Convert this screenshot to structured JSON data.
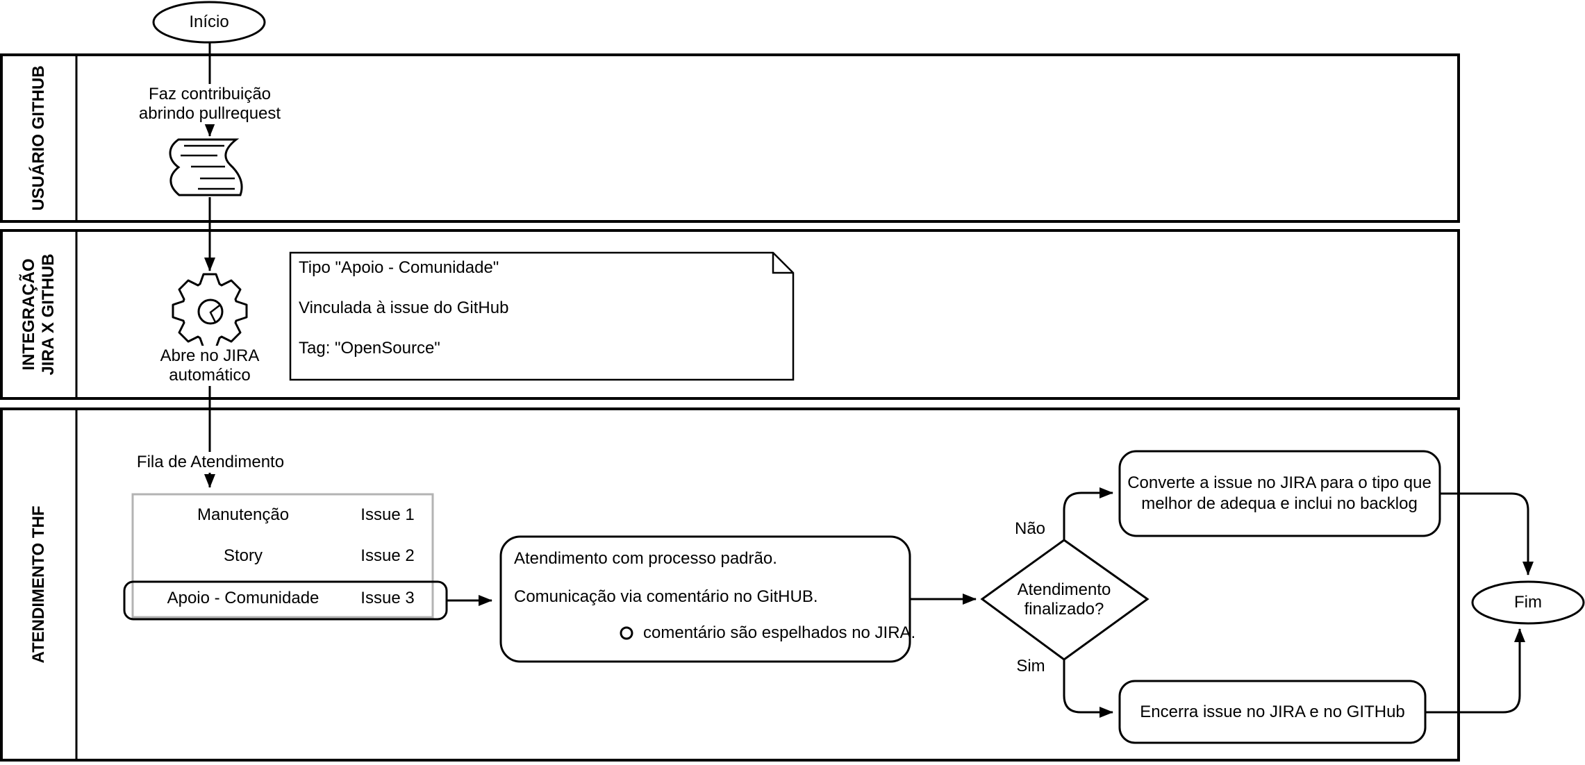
{
  "lanes": [
    {
      "label": "USUÁRIO GITHUB"
    },
    {
      "label": "INTEGRAÇÃO\nJIRA X GITHUB"
    },
    {
      "label": "ATENDIMENTO THF"
    }
  ],
  "flow": {
    "start": "Início",
    "end": "Fim",
    "contribution": "Faz contribuição\nabrindo pullrequest",
    "open_jira": "Abre no JIRA\nautomático",
    "queue_title": "Fila de Atendimento",
    "decision": "Atendimento\nfinalizado?",
    "no_label": "Não",
    "yes_label": "Sim",
    "convert": "Converte a issue no JIRA para o tipo que\nmelhor de adequa e inclui no backlog",
    "close": "Encerra issue no JIRA e no GITHub"
  },
  "note": {
    "line1": "Tipo \"Apoio - Comunidade\"",
    "line2": "Vinculada à issue do GitHub",
    "line3": "Tag: \"OpenSource\""
  },
  "queue": {
    "rows": [
      {
        "type": "Manutenção",
        "issue": "Issue 1"
      },
      {
        "type": "Story",
        "issue": "Issue 2"
      },
      {
        "type": "Apoio - Comunidade",
        "issue": "Issue 3"
      }
    ]
  },
  "process": {
    "line1": "Atendimento com processo padrão.",
    "line2": "Comunicação via comentário no GitHUB.",
    "bullet": "comentário são espelhados no JIRA."
  },
  "colors": {
    "ink": "#000000",
    "queue_border": "#b3b3b3",
    "background": "#ffffff"
  }
}
